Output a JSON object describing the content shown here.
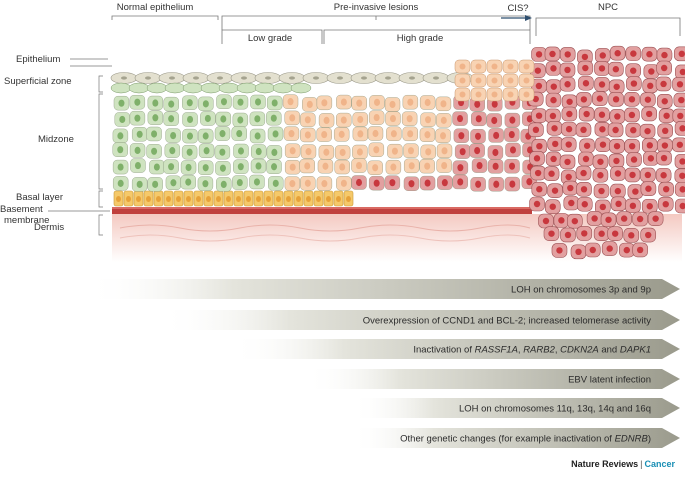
{
  "stages": {
    "normal": "Normal  epithelium",
    "preinvasive": "Pre-invasive lesions",
    "low_grade": "Low grade",
    "high_grade": "High grade",
    "cis": "CIS?",
    "npc": "NPC"
  },
  "layers": {
    "epithelium": "Epithelium",
    "superficial": "Superficial zone",
    "midzone": "Midzone",
    "basal": "Basal layer",
    "basement_1": "Basement",
    "basement_2": "membrane",
    "dermis": "Dermis"
  },
  "arrows": [
    {
      "prefix": "LOH on chromosomes 3p and 9p"
    },
    {
      "prefix": "Overexpression of CCND1 and BCL-2; increased telomerase activity"
    },
    {
      "prefix": "Inactivation of ",
      "i1": "RASSF1A",
      "s1": ", ",
      "i2": "RARB2",
      "s2": ", ",
      "i3": "CDKN2A",
      "s3": " and ",
      "i4": "DAPK1"
    },
    {
      "prefix": "EBV latent infection"
    },
    {
      "prefix": "LOH on chromosomes 11q, 13q, 14q and 16q"
    },
    {
      "prefix": "Other genetic changes (for example inactivation of ",
      "i1": "EDNRB",
      "s1": ")"
    }
  ],
  "brand": {
    "journal": "Nature Reviews",
    "separator": "|",
    "section": "Cancer"
  },
  "colors": {
    "arrow_dark": "#9a9a8c",
    "cell_green": "#cfe3c0",
    "cell_green_nucleus": "#7fb06a",
    "cell_peach": "#f8d3b3",
    "cell_red": "#e2a0a0",
    "cell_red_nucleus": "#c8383e",
    "basal_yellow": "#f5c96a",
    "basement": "#c0403d",
    "dermis": "#f6d8d2",
    "brand_accent": "#1a8fb5"
  }
}
